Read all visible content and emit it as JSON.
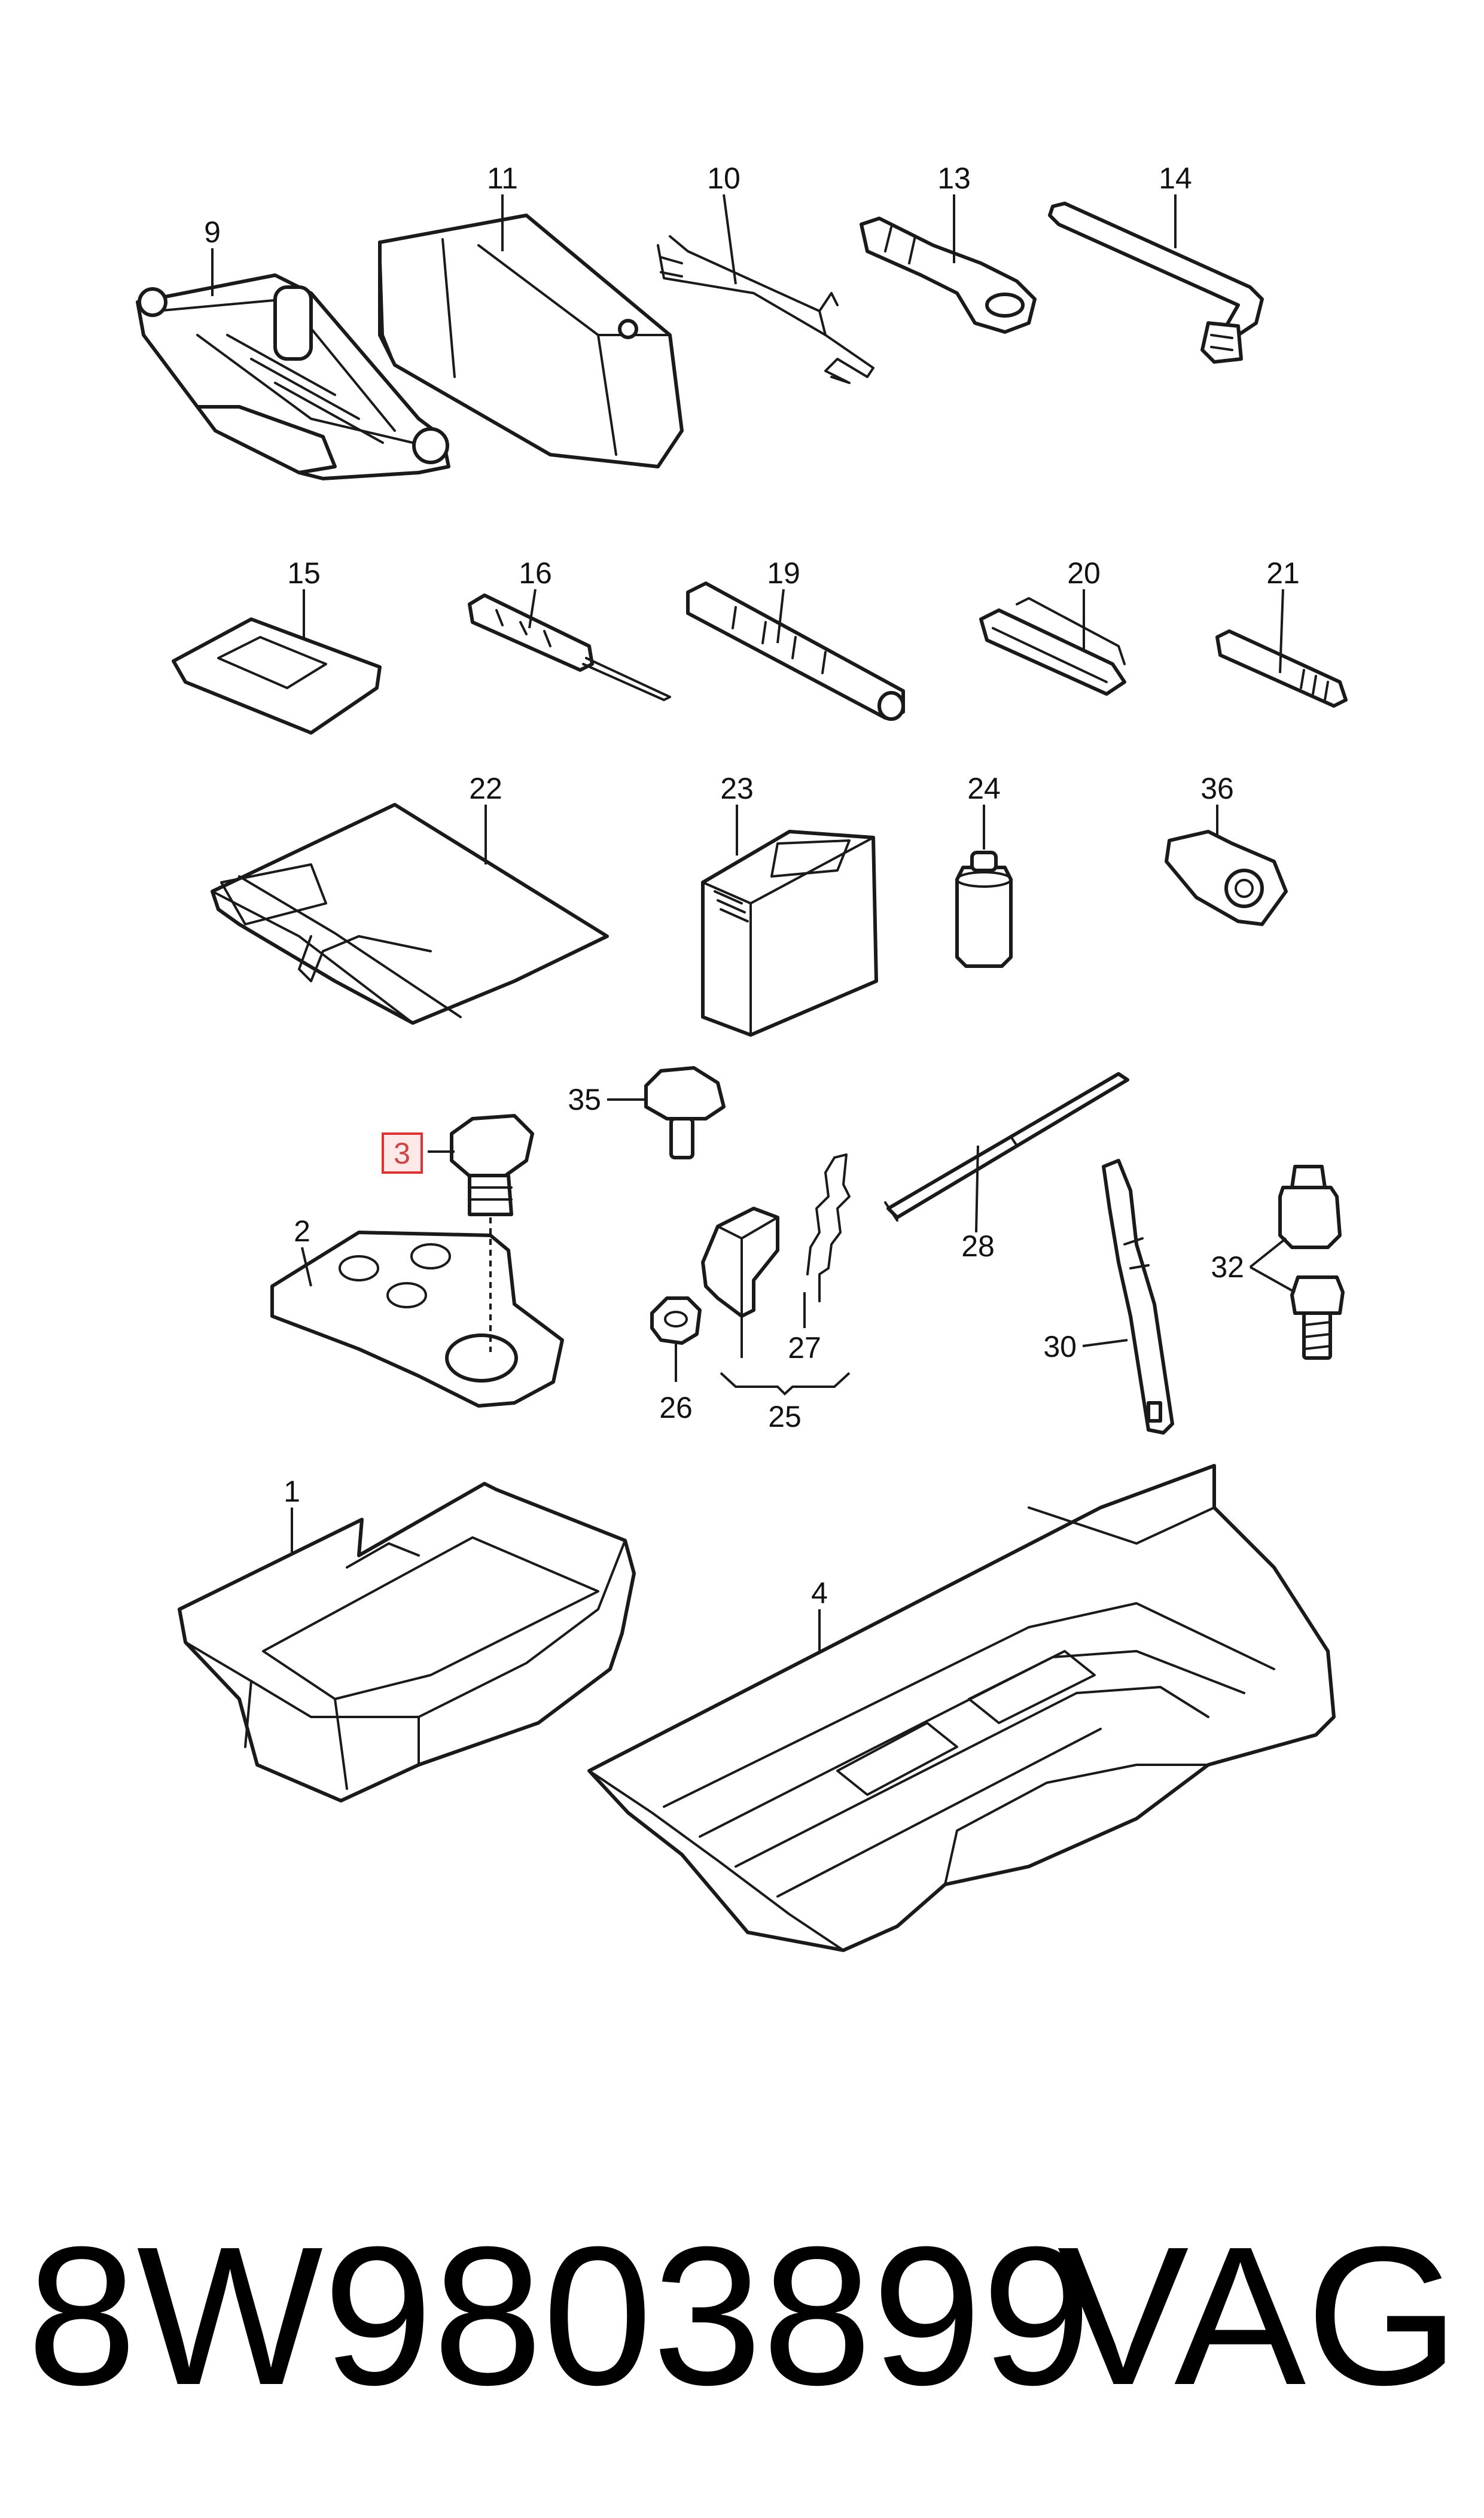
{
  "callouts": {
    "c9": "9",
    "c11": "11",
    "c10": "10",
    "c13": "13",
    "c14": "14",
    "c15": "15",
    "c16": "16",
    "c19": "19",
    "c20": "20",
    "c21": "21",
    "c22": "22",
    "c23": "23",
    "c24": "24",
    "c36": "36",
    "c35": "35",
    "c3": "3",
    "c2": "2",
    "c28": "28",
    "c32": "32",
    "c26": "26",
    "c27": "27",
    "c25": "25",
    "c30": "30",
    "c1": "1",
    "c4": "4"
  },
  "highlighted_callout": "3",
  "footer": {
    "part_number": "8W9803899",
    "brand": "VAG"
  },
  "colors": {
    "line": "#1a1a1a",
    "highlight_border": "#dd3333",
    "highlight_fill": "#ffe8e8",
    "background": "#ffffff"
  }
}
